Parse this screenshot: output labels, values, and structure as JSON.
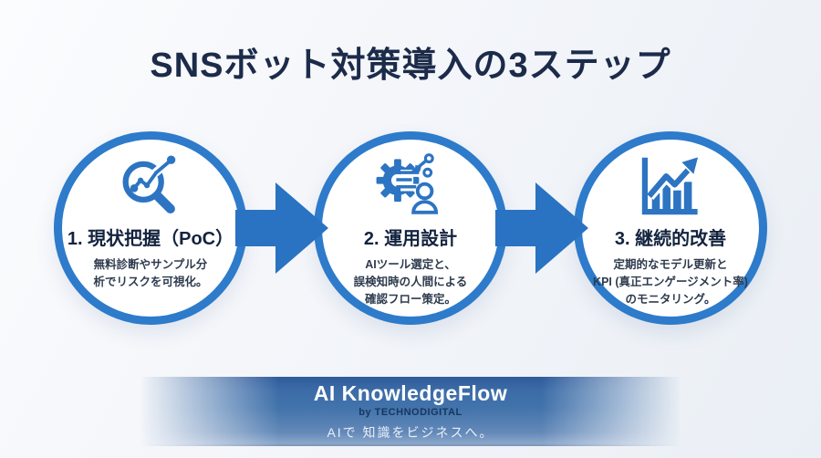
{
  "title": "SNSボット対策導入の3ステップ",
  "steps": [
    {
      "icon": "analytics-magnifier-icon",
      "heading": "1. 現状把握（PoC）",
      "body": [
        "無料診断やサンプル分",
        "析でリスクを可視化。"
      ]
    },
    {
      "icon": "gear-person-network-icon",
      "heading": "2. 運用設計",
      "body": [
        "AIツール選定と、",
        "誤検知時の人間による",
        "確認フロー策定。"
      ]
    },
    {
      "icon": "growth-bar-chart-icon",
      "heading": "3. 継続的改善",
      "body": [
        "定期的なモデル更新と",
        "KPI (真正エンゲージメント率)",
        "のモニタリング。"
      ]
    }
  ],
  "footer": {
    "brand": "AI KnowledgeFlow",
    "byline": "by TECHNODIGITAL",
    "tagline": "AIで 知識をビジネスへ。"
  },
  "colors": {
    "title_navy": "#1c2b4a",
    "circle_border_blue": "#2d7bca",
    "icon_blue": "#2d74c2",
    "arrow_blue": "#2a72c2",
    "step_heading_navy": "#13233f",
    "step_body_gray": "#2e3b4e",
    "band_blue": "#4273ab",
    "byline_navy": "#16365f",
    "tagline_white": "#e8effa"
  }
}
